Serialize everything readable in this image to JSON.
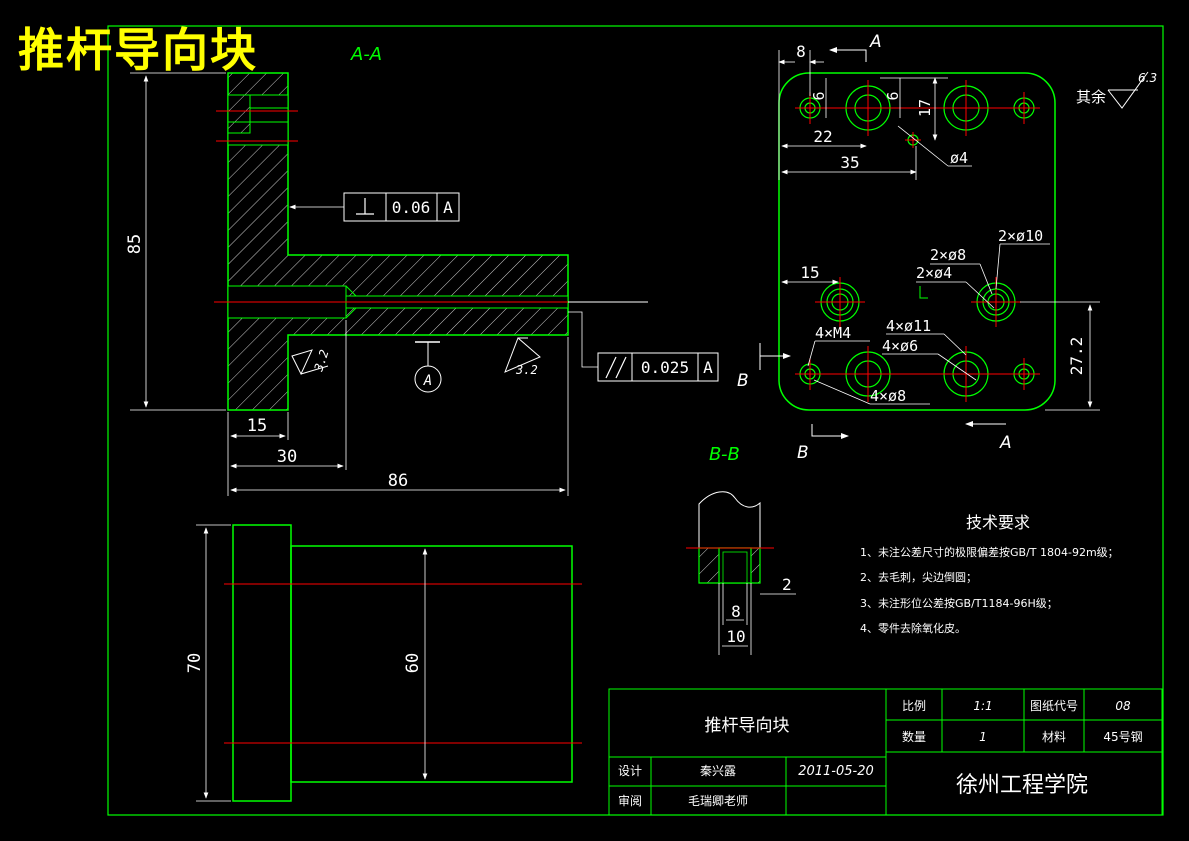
{
  "header": {
    "overlay_title": "推杆导向块"
  },
  "section_labels": {
    "aa": "A-A",
    "bb": "B-B",
    "a_top": "A",
    "a_bottom": "A",
    "b_left": "B",
    "b_bottom": "B"
  },
  "front_view": {
    "dims": {
      "height": "85",
      "d15": "15",
      "d30": "30",
      "d86": "86"
    },
    "perp_tolerance": {
      "value": "0.06",
      "datum": "A"
    },
    "par_tolerance": {
      "value": "0.025",
      "datum": "A"
    },
    "datum_letter": "A",
    "roughness_left": "3.2",
    "roughness_right": "3.2"
  },
  "top_view": {
    "dims": {
      "d70": "70",
      "d60": "60"
    }
  },
  "plan_view": {
    "dims": {
      "d8": "8",
      "d6a": "6",
      "d6b": "6",
      "d17": "17",
      "d22": "22",
      "d35": "35",
      "phi4": "ø4",
      "d15": "15",
      "d27_2": "27.2"
    },
    "callouts": {
      "c2phi10": "2×ø10",
      "c2phi8": "2×ø8",
      "c2phi4": "2×ø4",
      "c4m4": "4×M4",
      "c4phi11": "4×ø11",
      "c4phi6": "4×ø6",
      "c4phi8": "4×ø8"
    },
    "roughness_rest": {
      "label": "其余",
      "value": "6.3"
    }
  },
  "section_bb": {
    "dims": {
      "d2": "2",
      "d8": "8",
      "d10": "10"
    }
  },
  "tech_requirements": {
    "title": "技术要求",
    "items": [
      "1、未注公差尺寸的极限偏差按GB/T 1804-92m级；",
      "2、去毛刺，尖边倒圆；",
      "3、未注形位公差按GB/T1184-96H级；",
      "4、零件去除氧化皮。"
    ]
  },
  "title_block": {
    "part_name": "推杆导向块",
    "scale_label": "比例",
    "scale_value": "1:1",
    "drawing_no_label": "图纸代号",
    "drawing_no_value": "08",
    "qty_label": "数量",
    "qty_value": "1",
    "material_label": "材料",
    "material_value": "45号钢",
    "design_label": "设计",
    "designer": "秦兴露",
    "date": "2011-05-20",
    "review_label": "审阅",
    "reviewer": "毛瑞卿老师",
    "school": "徐州工程学院"
  },
  "colors": {
    "outline": "#00ff00",
    "dim": "#ffffff",
    "center": "#ff0000",
    "title": "#ffff00",
    "section": "#00ff00"
  }
}
